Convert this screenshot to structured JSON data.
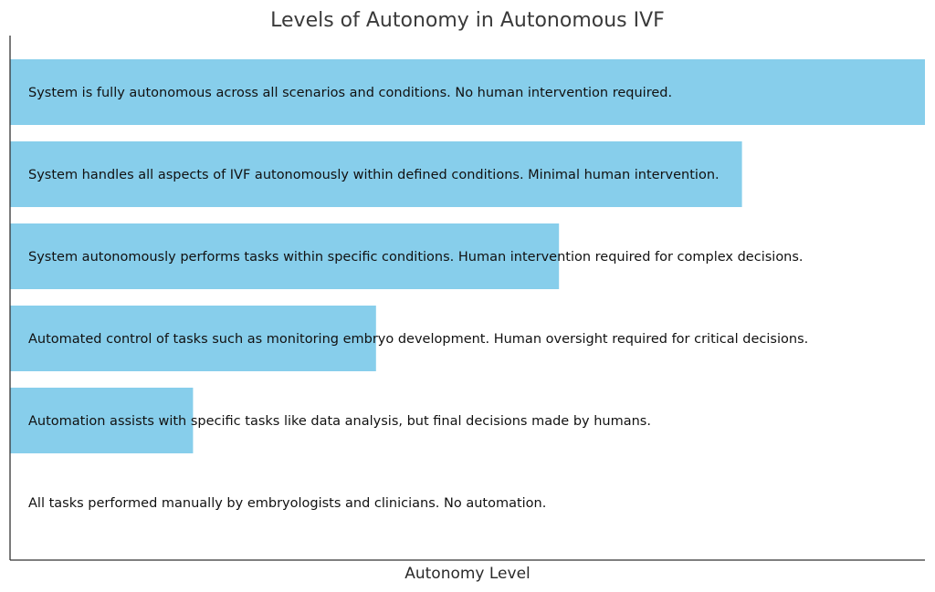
{
  "chart_data": {
    "type": "bar",
    "orientation": "horizontal",
    "title": "Levels of Autonomy in Autonomous IVF",
    "xlabel": "Autonomy Level",
    "ylabel": "",
    "xlim": [
      0,
      5
    ],
    "grid": false,
    "bar_color": "#87ceeb",
    "categories": [
      "All tasks performed manually by embryologists and clinicians. No automation.",
      "Automation assists with specific tasks like data analysis, but final decisions made by humans.",
      "Automated control of tasks such as monitoring embryo development. Human oversight required for critical decisions.",
      "System autonomously performs tasks within specific conditions. Human intervention required for complex decisions.",
      "System handles all aspects of IVF autonomously within defined conditions. Minimal human intervention.",
      "System is fully autonomous across all scenarios and conditions. No human intervention required."
    ],
    "values": [
      0,
      1,
      2,
      3,
      4,
      5
    ]
  }
}
